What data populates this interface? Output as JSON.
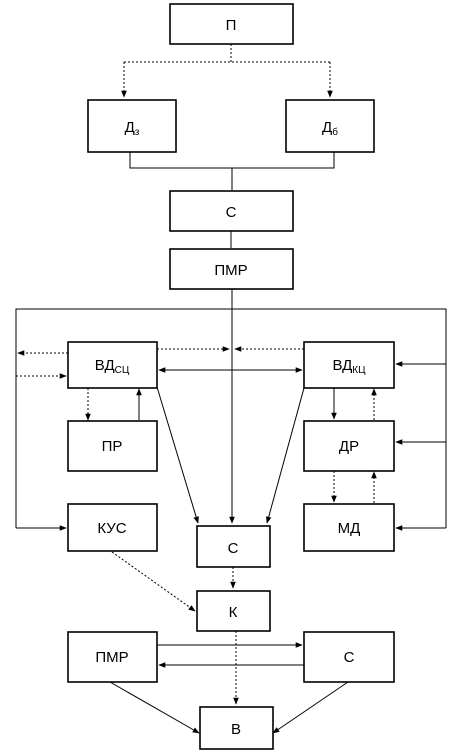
{
  "blocks": {
    "p": {
      "main": "П"
    },
    "dz": {
      "main": "Д",
      "sub": "з"
    },
    "db": {
      "main": "Д",
      "sub": "б"
    },
    "s1": {
      "main": "С"
    },
    "pmr1": {
      "main": "ПМР"
    },
    "vdsc": {
      "main": "ВД",
      "sub": "СЦ"
    },
    "vdkc": {
      "main": "ВД",
      "sub": "КЦ"
    },
    "pr": {
      "main": "ПР"
    },
    "dr": {
      "main": "ДР"
    },
    "kus": {
      "main": "КУС"
    },
    "md": {
      "main": "МД"
    },
    "s2": {
      "main": "С"
    },
    "k": {
      "main": "К"
    },
    "pmr2": {
      "main": "ПМР"
    },
    "s3": {
      "main": "С"
    },
    "v": {
      "main": "В"
    }
  },
  "colors": {
    "stroke": "#000000",
    "background": "#ffffff"
  }
}
